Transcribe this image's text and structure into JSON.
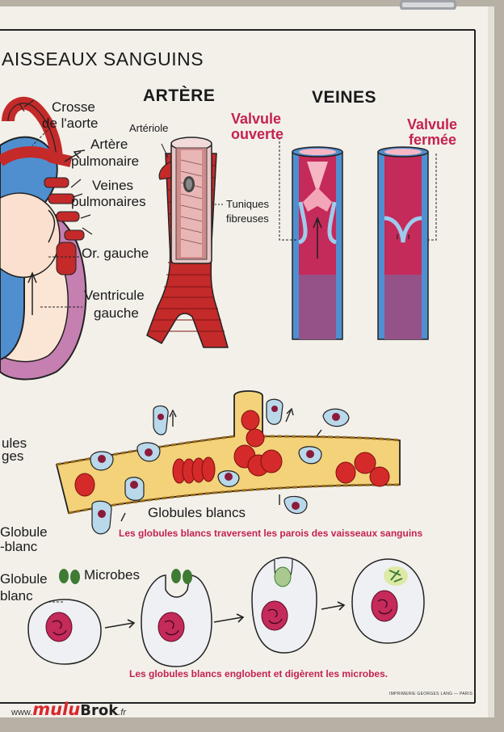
{
  "title": "AISSEAUX SANGUINS",
  "heart_labels": {
    "crosse": [
      "Crosse",
      "de l'aorte"
    ],
    "artere_pulm": [
      "Artère",
      "pulmonaire"
    ],
    "veines_pulm": [
      "Veines",
      "pulmonaires"
    ],
    "or_gauche": "Or. gauche",
    "ventricule": [
      "Ventricule",
      "gauche"
    ]
  },
  "artere": {
    "heading": "ARTÈRE",
    "arteriole": "Artériole",
    "tuniques": [
      "Tuniques",
      "fibreuses"
    ]
  },
  "veines": {
    "heading": "VEINES",
    "valvule_ouverte": [
      "Valvule",
      "ouverte"
    ],
    "valvule_fermee": [
      "Valvule",
      "fermée"
    ]
  },
  "vessel_section": {
    "left_partial": [
      "ules",
      "ges"
    ],
    "globules_blancs": "Globules blancs",
    "caption": "Les globules blancs traversent les parois des vaisseaux sanguins"
  },
  "phago_section": {
    "globule_blanc_1": [
      "Globule",
      "-blanc"
    ],
    "globule_blanc_2": [
      "Globule",
      "blanc"
    ],
    "microbes": "Microbes",
    "caption": "Les globules blancs englobent et digèrent les microbes."
  },
  "printer": "IMPRIMERIE GEORGES LANG — PARIS",
  "watermark": {
    "prefix": "www.",
    "brand1": "mulu",
    "brand2": "Brok",
    "suffix": ".fr"
  },
  "colors": {
    "poster": "#f3f0ea",
    "red": "#c42a2a",
    "blue": "#4f8fd0",
    "pink": "#c4224f",
    "vessel": "#f3d27a"
  }
}
